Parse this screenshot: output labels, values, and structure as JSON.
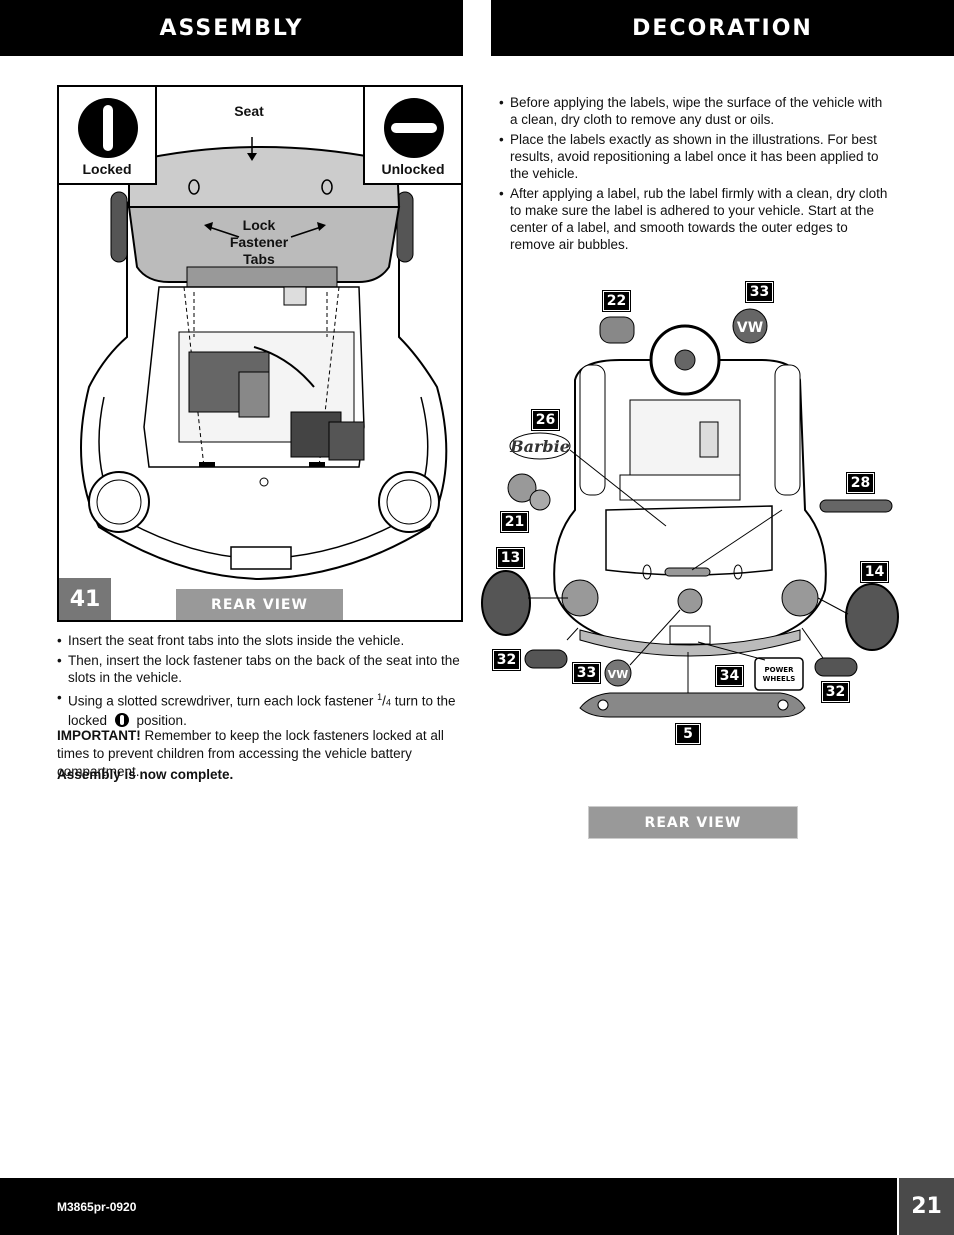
{
  "header": {
    "left_title": "ASSEMBLY",
    "right_title": "DECORATION"
  },
  "figure41": {
    "number": "41",
    "view_label": "REAR VIEW",
    "locked_label": "Locked",
    "unlocked_label": "Unlocked",
    "seat_label": "Seat",
    "lock_tabs_label": [
      "Lock",
      "Fastener",
      "Tabs"
    ]
  },
  "assembly": {
    "bullets": [
      "Insert the seat front tabs into the slots inside the vehicle.",
      "Then, insert the lock fastener tabs on the back of the seat into the slots in the vehicle."
    ],
    "bullet3_before": "Using a slotted screwdriver, turn each lock fastener ",
    "bullet3_fraction_num": "1",
    "bullet3_fraction_den": "4",
    "bullet3_mid": " turn to the locked ",
    "bullet3_after": " position.",
    "important_label": "IMPORTANT!",
    "important_text": " Remember to keep the lock fasteners locked at all times to prevent children from accessing the vehicle battery compartment.",
    "complete_text": "Assembly is now complete."
  },
  "decoration": {
    "bullets": [
      "Before applying the labels, wipe the surface of the vehicle with a clean, dry cloth to remove any dust or oils.",
      "Place the labels exactly as shown in the illustrations. For best results, avoid repositioning a label once it has been applied to the vehicle.",
      "After applying a label, rub the label firmly with a clean, dry cloth to make sure the label is adhered to your vehicle. Start at the center of a label, and smooth towards the outer edges to remove air bubbles."
    ],
    "labels": [
      "22",
      "33",
      "26",
      "28",
      "21",
      "13",
      "14",
      "32",
      "33",
      "34",
      "32",
      "5"
    ],
    "logo_text": "Barbie",
    "pw_logo": [
      "POWER",
      "WHEELS"
    ],
    "view_label": "REAR VIEW"
  },
  "footer": {
    "code": "M3865pr-0920",
    "page": "21"
  }
}
